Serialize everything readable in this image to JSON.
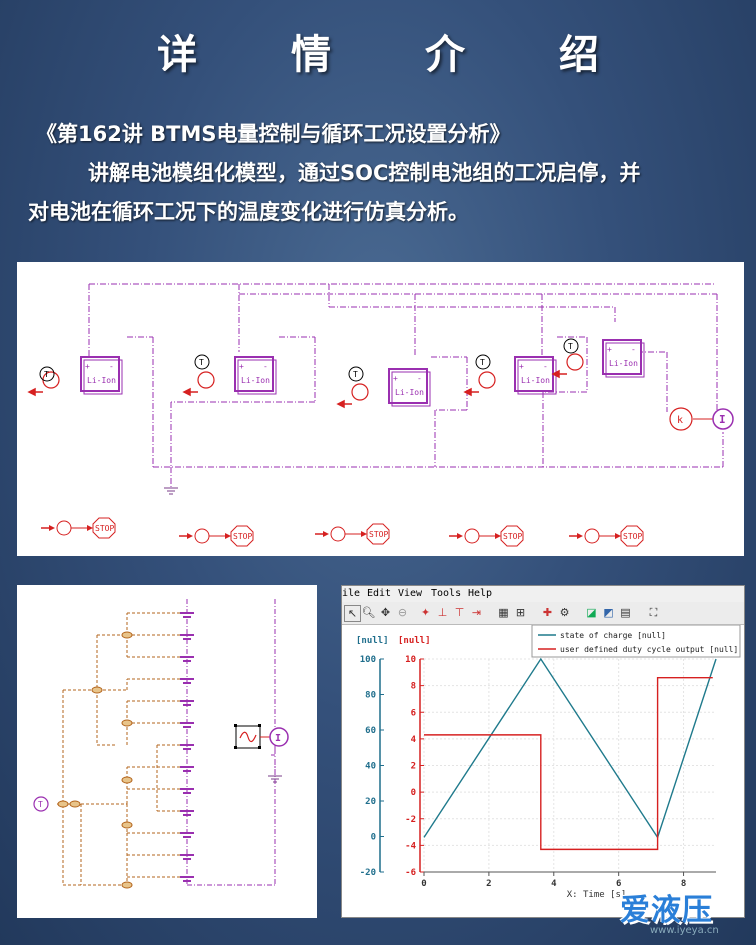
{
  "page": {
    "title": "详 情 介 绍",
    "intro_lines": [
      "《第162讲 BTMS电量控制与循环工况设置分析》",
      "讲解电池模组化模型，通过SOC控制电池组的工况启停，并",
      "对电池在循环工况下的温度变化进行仿真分析。"
    ]
  },
  "sketch": {
    "battery_label": "Li-Ion",
    "temp_symbol": "T",
    "gain_symbol": "k",
    "current_symbol": "I",
    "stop_label": "STOP",
    "plus": "+",
    "minus": "-"
  },
  "app": {
    "menu": [
      "ile",
      "Edit",
      "View",
      "Tools",
      "Help"
    ],
    "toolbar_icons": [
      "select-icon",
      "zoom-in-icon",
      "zoom-fit-icon",
      "zoom-out-icon",
      "marker-icon",
      "cursor-icon",
      "cursor2-icon",
      "cursor3-icon",
      "table-icon",
      "grid-icon",
      "pin-icon",
      "link-icon",
      "chart-icon",
      "chart2-icon",
      "export-icon",
      "settings-icon"
    ]
  },
  "chart_data": {
    "type": "line",
    "xlabel": "X: Time [s]",
    "xlim": [
      0,
      9
    ],
    "x_ticks": [
      0,
      2,
      4,
      6,
      8
    ],
    "left_axis": {
      "unit": "[null]",
      "ylim": [
        -20,
        100
      ],
      "ticks": [
        -20,
        0,
        20,
        40,
        60,
        80,
        100
      ],
      "color": "#1f6e8c"
    },
    "right_axis": {
      "unit": "[null]",
      "ylim": [
        -6,
        10
      ],
      "ticks": [
        -6,
        -4,
        -2,
        0,
        2,
        4,
        6,
        8,
        10
      ],
      "color": "#d62020"
    },
    "grid": true,
    "legend_position": "top-right",
    "series": [
      {
        "name": "state of charge [null]",
        "axis": "left",
        "color": "#1f7a8c",
        "x": [
          0,
          3.6,
          7.2,
          9.0
        ],
        "y": [
          -0.5,
          100,
          -0.5,
          100
        ]
      },
      {
        "name": "user defined duty cycle output [null]",
        "axis": "right",
        "color": "#d62020",
        "x": [
          0,
          3.6,
          3.6,
          7.2,
          7.2,
          8.9
        ],
        "y": [
          4.3,
          4.3,
          -4.3,
          -4.3,
          8.6,
          8.6
        ]
      }
    ]
  },
  "watermark": {
    "brand": "爱液压",
    "url": "www.iyeya.cn"
  }
}
